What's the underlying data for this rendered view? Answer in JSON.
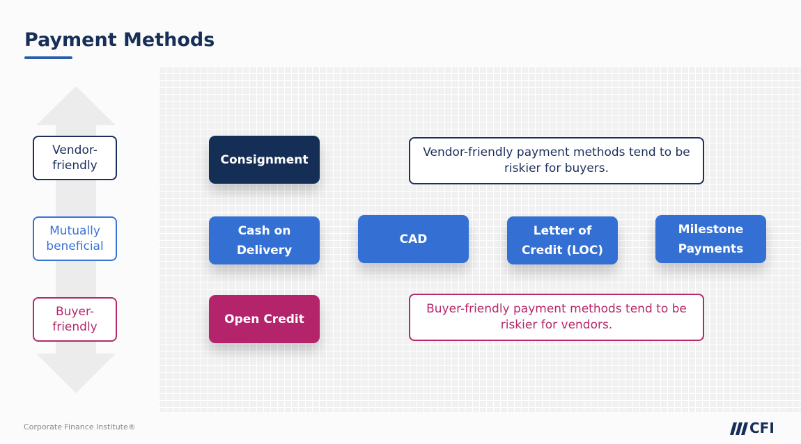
{
  "title": "Payment Methods",
  "labels": {
    "vendor": "Vendor-\nfriendly",
    "mutual": "Mutually\nbeneficial",
    "buyer": "Buyer-\nfriendly"
  },
  "methods": {
    "consignment": "Consignment",
    "cod": "Cash on\nDelivery",
    "cad": "CAD",
    "loc": "Letter of\nCredit (LOC)",
    "milestone": "Milestone\nPayments",
    "open_credit": "Open Credit"
  },
  "notes": {
    "vendor": "Vendor-friendly payment methods tend to be riskier for buyers.",
    "buyer": "Buyer-friendly payment methods tend to be riskier for vendors."
  },
  "footer": "Corporate Finance Institute®",
  "logo": "CFI",
  "colors": {
    "navy": "#152e56",
    "blue": "#3470d4",
    "magenta": "#b3246b"
  }
}
